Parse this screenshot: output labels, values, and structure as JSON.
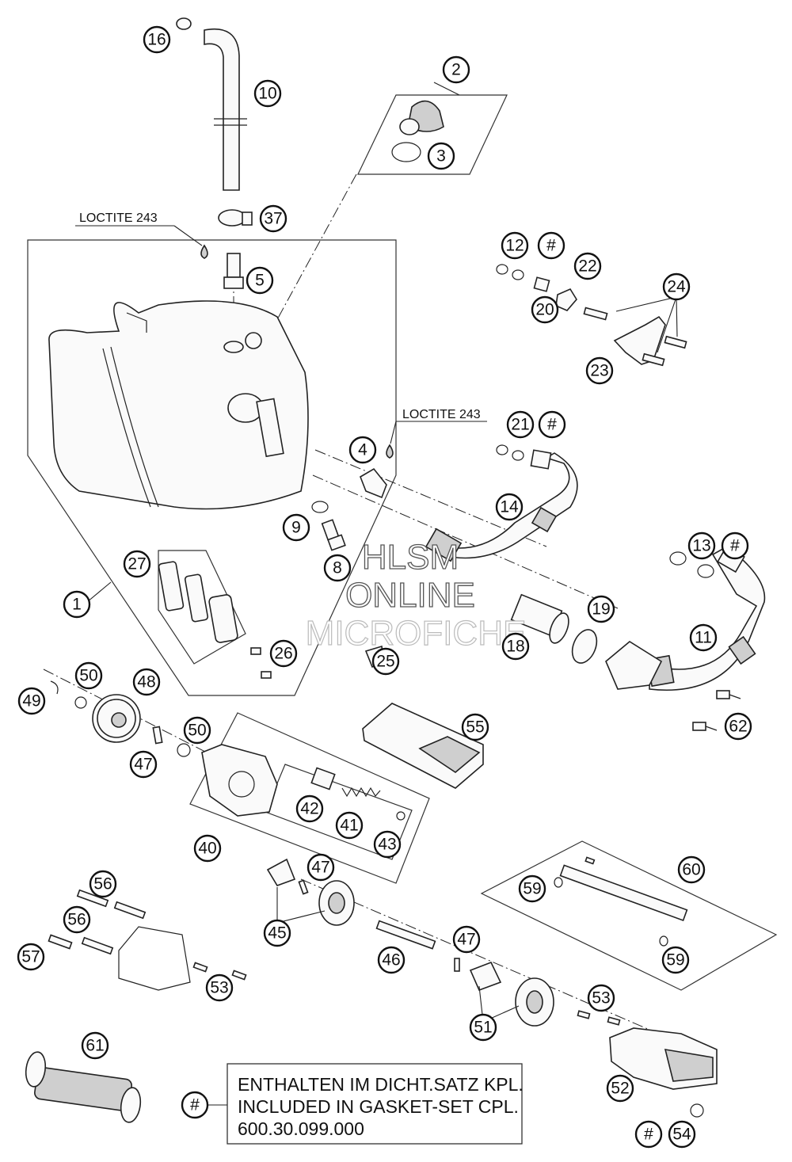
{
  "loctite_label": "LOCTITE 243",
  "watermark": {
    "line1": "HLSM",
    "line2": "ONLINE",
    "line3": "MICROFICHE"
  },
  "note": {
    "symbol": "#",
    "line1": "ENTHALTEN IM DICHT.SATZ KPL.",
    "line2": "INCLUDED IN GASKET-SET CPL.",
    "line3": "600.30.099.000"
  },
  "callouts": [
    {
      "id": "c16",
      "text": "16"
    },
    {
      "id": "c10",
      "text": "10"
    },
    {
      "id": "c2",
      "text": "2"
    },
    {
      "id": "c3",
      "text": "3"
    },
    {
      "id": "c37",
      "text": "37"
    },
    {
      "id": "c5",
      "text": "5"
    },
    {
      "id": "c12",
      "text": "12"
    },
    {
      "id": "c12h",
      "text": "#"
    },
    {
      "id": "c22",
      "text": "22"
    },
    {
      "id": "c24",
      "text": "24"
    },
    {
      "id": "c20",
      "text": "20"
    },
    {
      "id": "c23",
      "text": "23"
    },
    {
      "id": "c21",
      "text": "21"
    },
    {
      "id": "c21h",
      "text": "#"
    },
    {
      "id": "c4",
      "text": "4"
    },
    {
      "id": "c14",
      "text": "14"
    },
    {
      "id": "c9",
      "text": "9"
    },
    {
      "id": "c8",
      "text": "8"
    },
    {
      "id": "c13",
      "text": "13"
    },
    {
      "id": "c13h",
      "text": "#"
    },
    {
      "id": "c27",
      "text": "27"
    },
    {
      "id": "c1",
      "text": "1"
    },
    {
      "id": "c19",
      "text": "19"
    },
    {
      "id": "c18",
      "text": "18"
    },
    {
      "id": "c11",
      "text": "11"
    },
    {
      "id": "c26",
      "text": "26"
    },
    {
      "id": "c25",
      "text": "25"
    },
    {
      "id": "c50a",
      "text": "50"
    },
    {
      "id": "c48",
      "text": "48"
    },
    {
      "id": "c49",
      "text": "49"
    },
    {
      "id": "c62",
      "text": "62"
    },
    {
      "id": "c55",
      "text": "55"
    },
    {
      "id": "c50b",
      "text": "50"
    },
    {
      "id": "c47a",
      "text": "47"
    },
    {
      "id": "c42",
      "text": "42"
    },
    {
      "id": "c41",
      "text": "41"
    },
    {
      "id": "c43",
      "text": "43"
    },
    {
      "id": "c40",
      "text": "40"
    },
    {
      "id": "c60",
      "text": "60"
    },
    {
      "id": "c47b",
      "text": "47"
    },
    {
      "id": "c56a",
      "text": "56"
    },
    {
      "id": "c59a",
      "text": "59"
    },
    {
      "id": "c56b",
      "text": "56"
    },
    {
      "id": "c45",
      "text": "45"
    },
    {
      "id": "c57",
      "text": "57"
    },
    {
      "id": "c46",
      "text": "46"
    },
    {
      "id": "c47c",
      "text": "47"
    },
    {
      "id": "c59b",
      "text": "59"
    },
    {
      "id": "c53a",
      "text": "53"
    },
    {
      "id": "c53b",
      "text": "53"
    },
    {
      "id": "c51",
      "text": "51"
    },
    {
      "id": "c61",
      "text": "61"
    },
    {
      "id": "c52",
      "text": "52"
    },
    {
      "id": "c54h",
      "text": "#"
    },
    {
      "id": "c54",
      "text": "54"
    }
  ]
}
